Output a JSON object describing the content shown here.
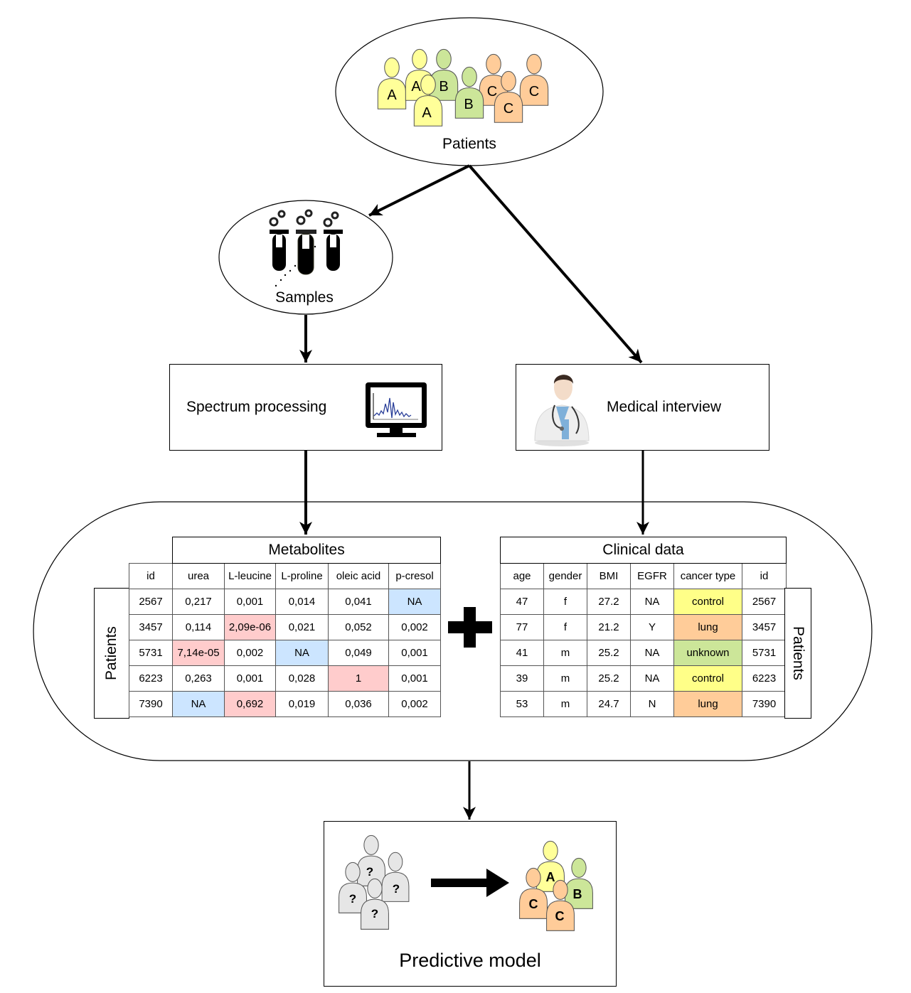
{
  "colors": {
    "group_a": "#ffff99",
    "group_b": "#cce699",
    "group_c": "#ffcc99",
    "unknown_person": "#e6e6e6",
    "outlier_highlight": "#ffcccc",
    "missing_highlight": "#cce5ff",
    "control": "#ffff88",
    "lung": "#ffcc99",
    "unknown": "#cce699"
  },
  "patients_node": {
    "label": "Patients",
    "people": [
      {
        "letter": "A",
        "group": "a"
      },
      {
        "letter": "A",
        "group": "a"
      },
      {
        "letter": "B",
        "group": "b"
      },
      {
        "letter": "A",
        "group": "a"
      },
      {
        "letter": "B",
        "group": "b"
      },
      {
        "letter": "C",
        "group": "c"
      },
      {
        "letter": "C",
        "group": "c"
      },
      {
        "letter": "C",
        "group": "c"
      }
    ]
  },
  "samples_node": {
    "label": "Samples",
    "icon": "test-tubes-icon"
  },
  "spectrum_node": {
    "label": "Spectrum processing",
    "icon": "monitor-spectrum-icon"
  },
  "interview_node": {
    "label": "Medical interview",
    "icon": "doctor-icon"
  },
  "metabolites_table": {
    "title": "Metabolites",
    "side_label": "Patients",
    "columns": [
      "id",
      "urea",
      "L-leucine",
      "L-proline",
      "oleic acid",
      "p-cresol"
    ],
    "rows": [
      [
        {
          "v": "2567"
        },
        {
          "v": "0,217"
        },
        {
          "v": "0,001"
        },
        {
          "v": "0,014"
        },
        {
          "v": "0,041"
        },
        {
          "v": "NA",
          "hl": "missing"
        }
      ],
      [
        {
          "v": "3457"
        },
        {
          "v": "0,114"
        },
        {
          "v": "2,09e-06",
          "hl": "outlier"
        },
        {
          "v": "0,021"
        },
        {
          "v": "0,052"
        },
        {
          "v": "0,002"
        }
      ],
      [
        {
          "v": "5731"
        },
        {
          "v": "7,14e-05",
          "hl": "outlier"
        },
        {
          "v": "0,002"
        },
        {
          "v": "NA",
          "hl": "missing"
        },
        {
          "v": "0,049"
        },
        {
          "v": "0,001"
        }
      ],
      [
        {
          "v": "6223"
        },
        {
          "v": "0,263"
        },
        {
          "v": "0,001"
        },
        {
          "v": "0,028"
        },
        {
          "v": "1",
          "hl": "outlier"
        },
        {
          "v": "0,001"
        }
      ],
      [
        {
          "v": "7390"
        },
        {
          "v": "NA",
          "hl": "missing"
        },
        {
          "v": "0,692",
          "hl": "outlier"
        },
        {
          "v": "0,019"
        },
        {
          "v": "0,036"
        },
        {
          "v": "0,002"
        }
      ]
    ]
  },
  "plus_symbol": "plus-icon",
  "clinical_table": {
    "title": "Clinical data",
    "side_label": "Patients",
    "columns": [
      "age",
      "gender",
      "BMI",
      "EGFR",
      "cancer type",
      "id"
    ],
    "rows": [
      [
        {
          "v": "47"
        },
        {
          "v": "f"
        },
        {
          "v": "27.2"
        },
        {
          "v": "NA"
        },
        {
          "v": "control",
          "hl": "control"
        },
        {
          "v": "2567"
        }
      ],
      [
        {
          "v": "77"
        },
        {
          "v": "f"
        },
        {
          "v": "21.2"
        },
        {
          "v": "Y"
        },
        {
          "v": "lung",
          "hl": "lung"
        },
        {
          "v": "3457"
        }
      ],
      [
        {
          "v": "41"
        },
        {
          "v": "m"
        },
        {
          "v": "25.2"
        },
        {
          "v": "NA"
        },
        {
          "v": "unknown",
          "hl": "unknown"
        },
        {
          "v": "5731"
        }
      ],
      [
        {
          "v": "39"
        },
        {
          "v": "m"
        },
        {
          "v": "25.2"
        },
        {
          "v": "NA"
        },
        {
          "v": "control",
          "hl": "control"
        },
        {
          "v": "6223"
        }
      ],
      [
        {
          "v": "53"
        },
        {
          "v": "m"
        },
        {
          "v": "24.7"
        },
        {
          "v": "N"
        },
        {
          "v": "lung",
          "hl": "lung"
        },
        {
          "v": "7390"
        }
      ]
    ]
  },
  "predictive_node": {
    "label": "Predictive model",
    "unknown_people": [
      "?",
      "?",
      "?",
      "?"
    ],
    "classified_people": [
      {
        "letter": "A",
        "group": "a"
      },
      {
        "letter": "B",
        "group": "b"
      },
      {
        "letter": "C",
        "group": "c"
      },
      {
        "letter": "C",
        "group": "c"
      }
    ]
  }
}
